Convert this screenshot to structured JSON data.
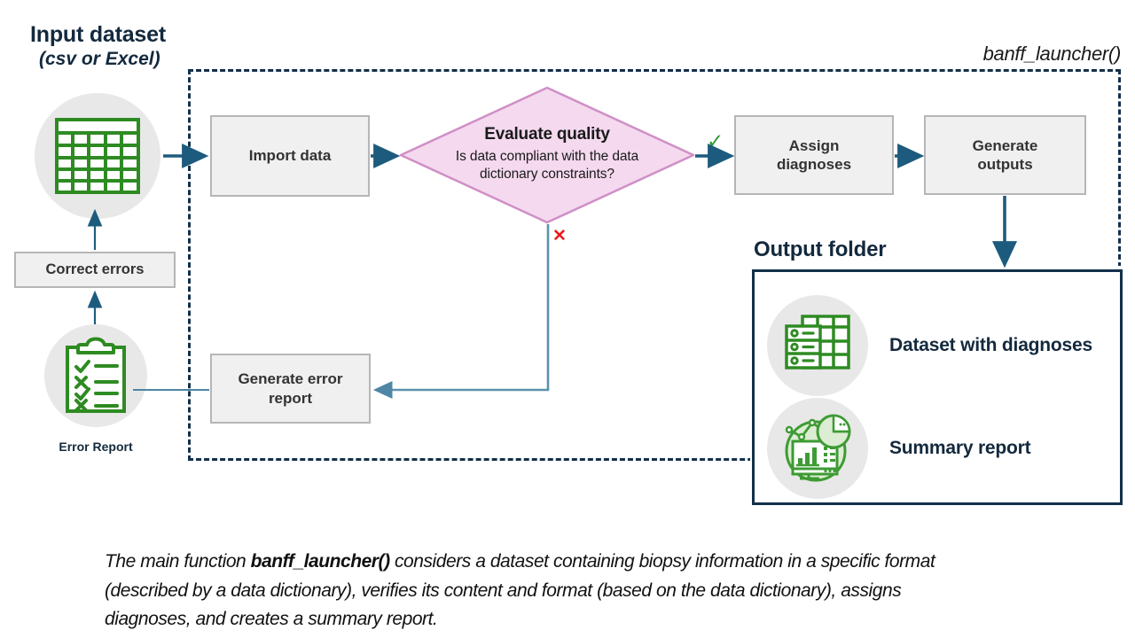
{
  "theme": {
    "navy": "#13293d",
    "arrow_teal": "#1d5b7e",
    "arrow_light": "#5b93ad",
    "green": "#2e8b22",
    "box_fill": "#f0f0f0",
    "box_border": "#b6b6b6",
    "diamond_fill": "#f4d9ef",
    "diamond_border": "#d08fc6",
    "circle_fill": "#e8e8e8",
    "check_green": "#2e9c33",
    "cross_red": "#ef1b1b"
  },
  "labels": {
    "input_dataset_title": "Input dataset",
    "input_dataset_subtitle": "(csv or Excel)",
    "banff_launcher": "banff_launcher()",
    "output_folder_title": "Output folder",
    "error_report_caption": "Error Report"
  },
  "nodes": {
    "import_data": "Import data",
    "assign_diagnoses": "Assign\ndiagnoses",
    "generate_outputs": "Generate\noutputs",
    "correct_errors": "Correct errors",
    "generate_error_report": "Generate error\nreport"
  },
  "decision": {
    "title": "Evaluate quality",
    "question": "Is data compliant with the data dictionary constraints?",
    "yes_mark": "✓",
    "no_mark": "✕"
  },
  "outputs": [
    {
      "icon": "dataset-table-icon",
      "label": "Dataset with diagnoses"
    },
    {
      "icon": "summary-chart-icon",
      "label": "Summary report"
    }
  ],
  "caption": {
    "part1": "The main function ",
    "bold": "banff_launcher()",
    "part2": " considers a dataset containing biopsy information in a specific format (described by a data dictionary), verifies its content and format (based on the data dictionary), assigns diagnoses, and creates a summary report."
  }
}
